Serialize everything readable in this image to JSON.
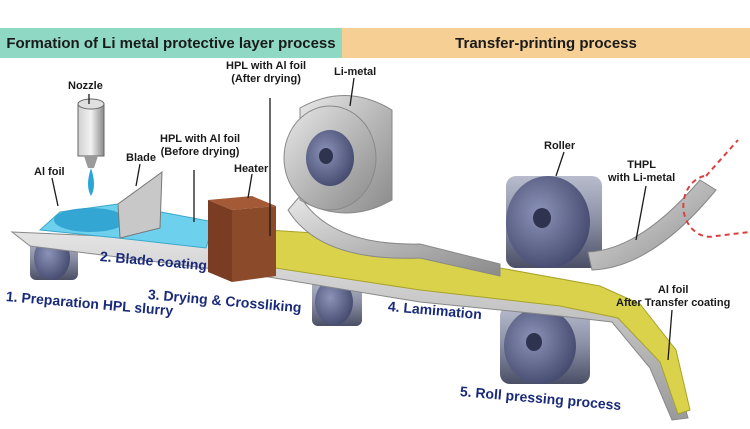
{
  "headers": {
    "left": "Formation of Li metal protective layer process",
    "right": "Transfer-printing process"
  },
  "labels": {
    "nozzle": "Nozzle",
    "al_foil": "Al foil",
    "blade": "Blade",
    "hpl_before_1": "HPL with Al foil",
    "hpl_before_2": "(Before drying)",
    "hpl_after_1": "HPL with Al foil",
    "hpl_after_2": "(After drying)",
    "heater": "Heater",
    "li_metal": "Li-metal",
    "roller": "Roller",
    "thpl_1": "THPL",
    "thpl_2": "with Li-metal",
    "al_foil_after_1": "Al foil",
    "al_foil_after_2": "After Transfer coating"
  },
  "steps": {
    "s1": "1. Preparation HPL slurry",
    "s2": "2. Blade coating",
    "s3": "3. Drying & Crossliking",
    "s4": "4. Lamimation",
    "s5": "5. Roll pressing process"
  },
  "colors": {
    "header_left": "#8fd9c4",
    "header_right": "#f6cf94",
    "step_text": "#1a2a7a",
    "slurry": "#4fc3e6",
    "heater": "#8b4a2a",
    "coated_film": "#d9d24a",
    "highlight_circle": "#d94040"
  }
}
